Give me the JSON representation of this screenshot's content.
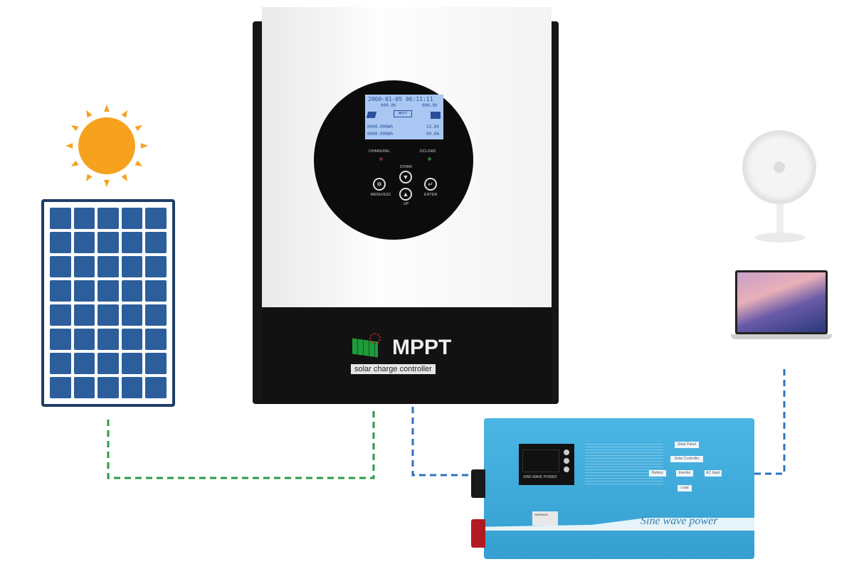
{
  "colors": {
    "solar_link": "#2e9a45",
    "dc_link": "#2f72c0",
    "inverter_body": "#3aa6d9",
    "panel_cell": "#2d5e9c",
    "sun": "#f6a21e"
  },
  "controller": {
    "lcd": {
      "datetime": "2000-01-05  06:11:11",
      "pv_voltage": "000.0V",
      "bat_voltage": "000.0V",
      "mode": "MPPT",
      "energy_1": "0000.000Wh",
      "energy_2": "0000.000Wh",
      "voltage": "13.0V",
      "current": "00.0A"
    },
    "indicators": {
      "charging": "CHARGING",
      "dcload": "DCLOAD"
    },
    "buttons": {
      "down": "DOWN",
      "menu": "MENU/ESC",
      "up": "UP",
      "enter": "ENTER"
    },
    "logo": {
      "title": "MPPT",
      "subtitle": "solar charge controller"
    }
  },
  "inverter": {
    "display_label": "SINE WAVE POWER",
    "brand_text": "Sine wave power",
    "warning_label": "WARNING",
    "flow": [
      "Solar Panel",
      "Solar Controller",
      "Battery",
      "Inverter",
      "AC Input",
      "Load"
    ]
  }
}
